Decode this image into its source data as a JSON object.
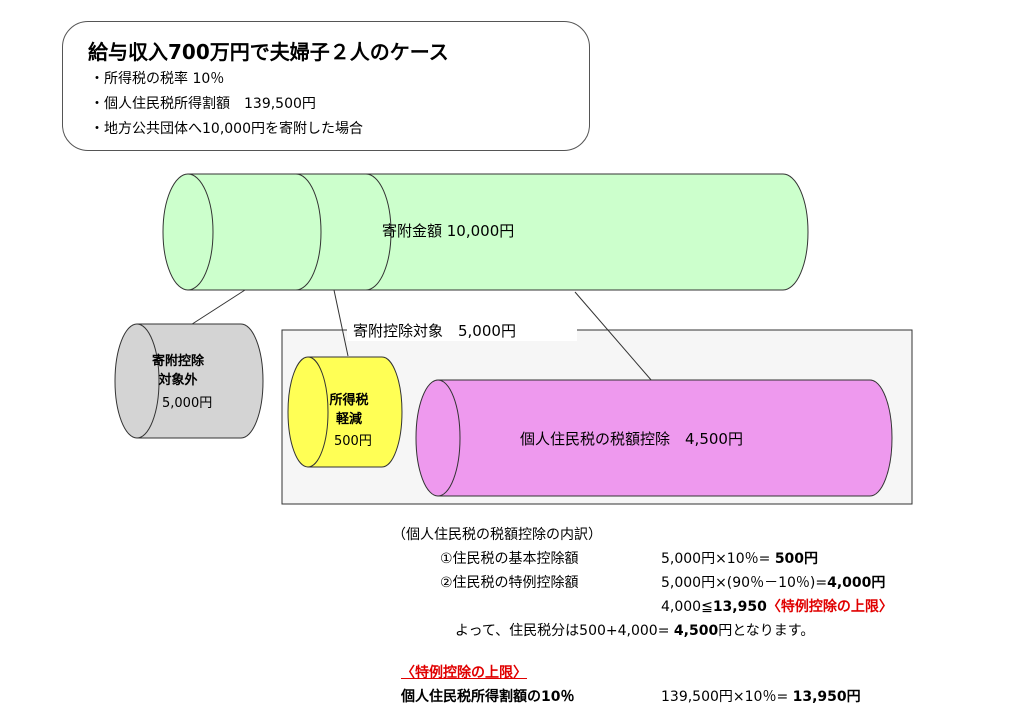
{
  "case": {
    "title": "給与収入700万円で夫婦子２人のケース",
    "conditions": [
      "・所得税の税率 10％",
      "・個人住民税所得割額　139,500円",
      "・地方公共団体へ10,000円を寄附した場合"
    ]
  },
  "cylinders": {
    "donation": {
      "label": "寄附金額 10,000円",
      "color": "#ccffcc"
    },
    "target": {
      "label": "寄附控除対象　5,000円"
    },
    "excluded": {
      "label_lines": [
        "寄附控除",
        "対象外"
      ],
      "amount": "5,000円",
      "color": "#d4d4d4"
    },
    "income_tax": {
      "label_lines": [
        "所得税",
        "軽減"
      ],
      "amount": "500円",
      "color": "#ffff55"
    },
    "resident_tax": {
      "label": "個人住民税の税額控除　4,500円",
      "color": "#ee99ee"
    }
  },
  "breakdown": {
    "heading": "（個人住民税の税額控除の内訳）",
    "items": [
      {
        "label": "①住民税の基本控除額",
        "calc": "5,000円×10％= ",
        "result": "500円"
      },
      {
        "label": "②住民税の特例控除額",
        "calc": "5,000円×(90％－10％)=",
        "result": "4,000円"
      }
    ],
    "limit_check": {
      "prefix": "4,000≦",
      "value": "13,950",
      "note": "〈特例控除の上限〉"
    },
    "conclusion": {
      "prefix": "よって、住民税分は500+4,000= ",
      "value": "4,500",
      "suffix": "円となります。"
    }
  },
  "limit": {
    "heading": "〈特例控除の上限〉",
    "label": "個人住民税所得割額の10％",
    "calc": "139,500円×10％= ",
    "result": "13,950円"
  }
}
